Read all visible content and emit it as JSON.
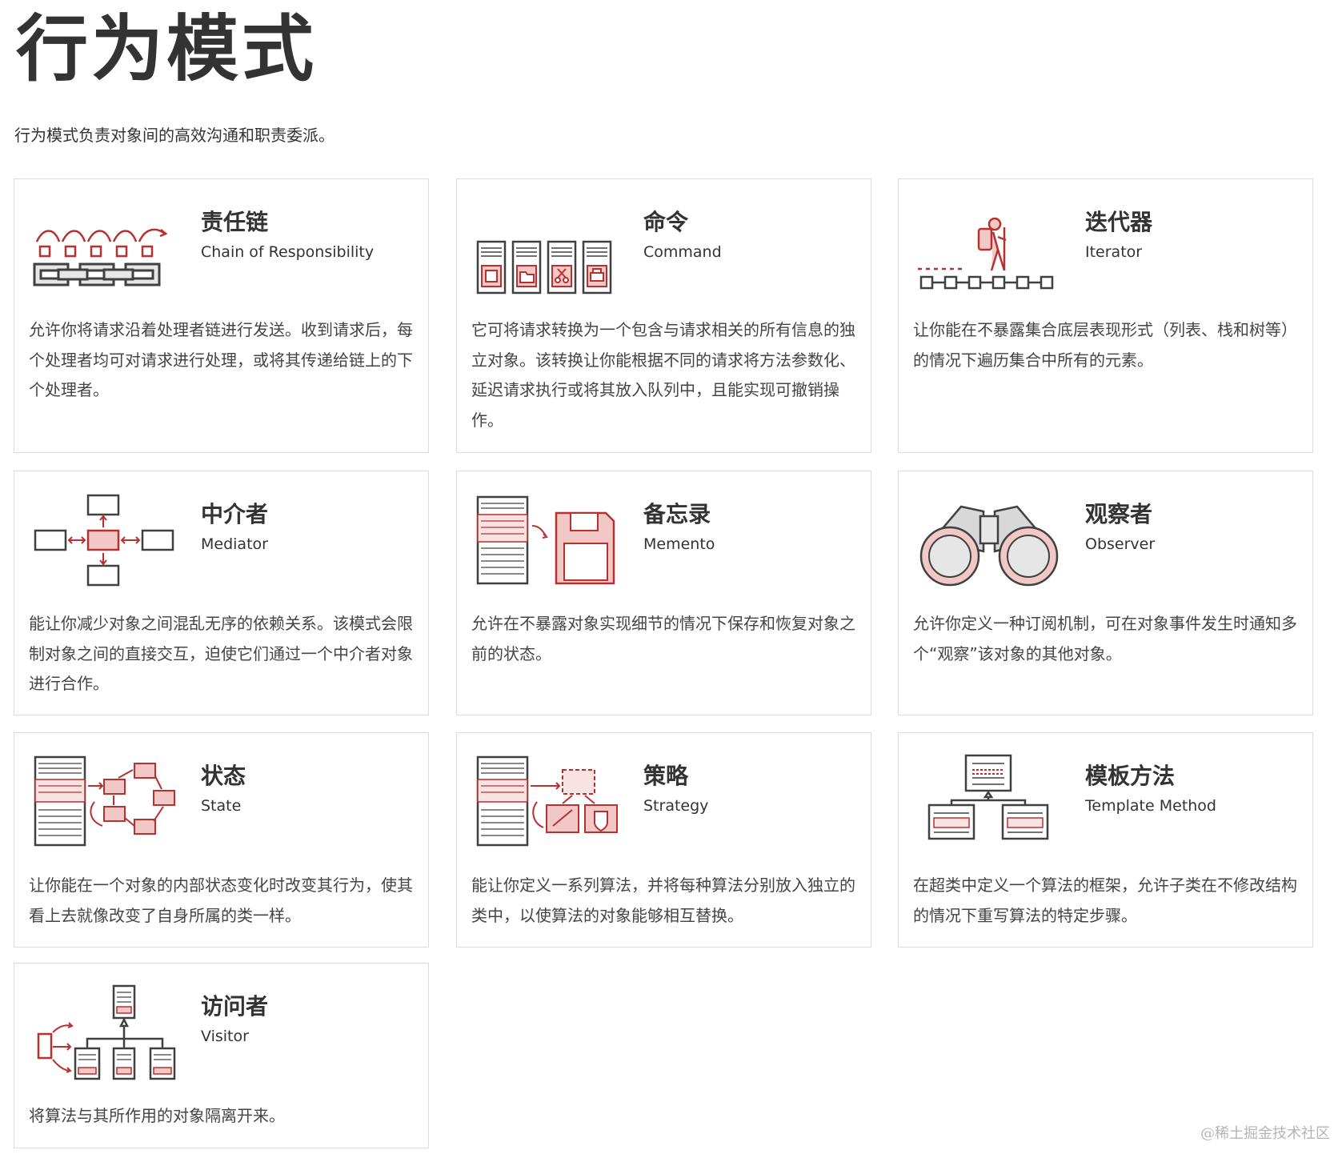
{
  "page": {
    "title": "行为模式",
    "subtitle": "行为模式负责对象间的高效沟通和职责委派。"
  },
  "colors": {
    "accent": "#b8312f",
    "accent_fill": "#f2c8c6",
    "line": "#404040",
    "card_border": "#dcdcdc",
    "text": "#333333"
  },
  "patterns": [
    {
      "id": "chain",
      "icon": "chain-icon",
      "title": "责任链",
      "en": "Chain of Responsibility",
      "desc": "允许你将请求沿着处理者链进行发送。收到请求后，每个处理者均可对请求进行处理，或将其传递给链上的下个处理者。"
    },
    {
      "id": "command",
      "icon": "command-icon",
      "title": "命令",
      "en": "Command",
      "desc": "它可将请求转换为一个包含与请求相关的所有信息的独立对象。该转换让你能根据不同的请求将方法参数化、延迟请求执行或将其放入队列中，且能实现可撤销操作。"
    },
    {
      "id": "iterator",
      "icon": "iterator-icon",
      "title": "迭代器",
      "en": "Iterator",
      "desc": "让你能在不暴露集合底层表现形式（列表、栈和树等）的情况下遍历集合中所有的元素。"
    },
    {
      "id": "mediator",
      "icon": "mediator-icon",
      "title": "中介者",
      "en": "Mediator",
      "desc": "能让你减少对象之间混乱无序的依赖关系。该模式会限制对象之间的直接交互，迫使它们通过一个中介者对象进行合作。"
    },
    {
      "id": "memento",
      "icon": "memento-icon",
      "title": "备忘录",
      "en": "Memento",
      "desc": "允许在不暴露对象实现细节的情况下保存和恢复对象之前的状态。"
    },
    {
      "id": "observer",
      "icon": "observer-icon",
      "title": "观察者",
      "en": "Observer",
      "desc": "允许你定义一种订阅机制，可在对象事件发生时通知多个“观察”该对象的其他对象。"
    },
    {
      "id": "state",
      "icon": "state-icon",
      "title": "状态",
      "en": "State",
      "desc": "让你能在一个对象的内部状态变化时改变其行为，使其看上去就像改变了自身所属的类一样。"
    },
    {
      "id": "strategy",
      "icon": "strategy-icon",
      "title": "策略",
      "en": "Strategy",
      "desc": "能让你定义一系列算法，并将每种算法分别放入独立的类中，以使算法的对象能够相互替换。"
    },
    {
      "id": "template",
      "icon": "template-method-icon",
      "title": "模板方法",
      "en": "Template Method",
      "desc": "在超类中定义一个算法的框架，允许子类在不修改结构的情况下重写算法的特定步骤。"
    },
    {
      "id": "visitor",
      "icon": "visitor-icon",
      "title": "访问者",
      "en": "Visitor",
      "desc": "将算法与其所作用的对象隔离开来。"
    }
  ],
  "watermark": "@稀土掘金技术社区"
}
